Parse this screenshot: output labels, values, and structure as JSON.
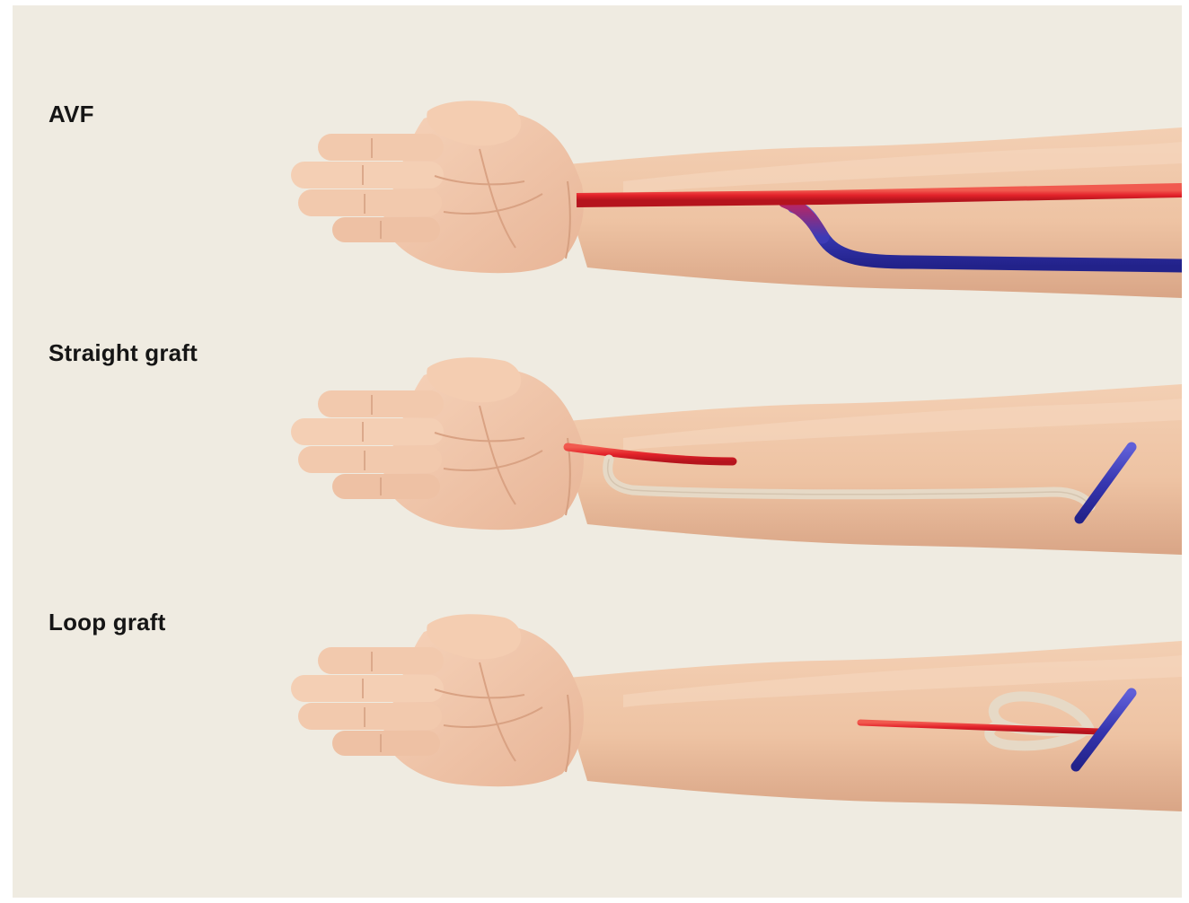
{
  "labels": {
    "avf": "AVF",
    "straight": "Straight graft",
    "loop": "Loop graft"
  },
  "colors": {
    "background": "#efebe1",
    "skin": "#eec3a3",
    "artery": "#e8262b",
    "vein": "#3b3bb8",
    "graft": "#e8dccb"
  }
}
